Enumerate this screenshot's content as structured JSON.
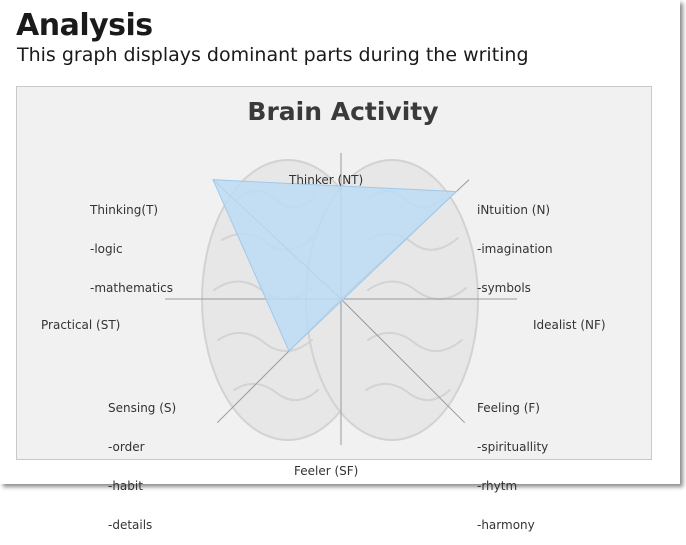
{
  "page": {
    "title": "Analysis",
    "subtitle": "This graph displays dominant parts during the writing"
  },
  "chart_data": {
    "type": "radar",
    "title": "Brain Activity",
    "axes": [
      {
        "key": "NT",
        "label": "Thinker (NT)"
      },
      {
        "key": "N",
        "label": "iNtuition (N)",
        "details": [
          "-imagination",
          "-symbols"
        ]
      },
      {
        "key": "NF",
        "label": "Idealist (NF)"
      },
      {
        "key": "F",
        "label": "Feeling (F)",
        "details": [
          "-spirituallity",
          "-rhytm",
          "-harmony"
        ]
      },
      {
        "key": "SF",
        "label": "Feeler (SF)"
      },
      {
        "key": "S",
        "label": "Sensing (S)",
        "details": [
          "-order",
          "-habit",
          "-details"
        ]
      },
      {
        "key": "ST",
        "label": "Practical (ST)"
      },
      {
        "key": "T",
        "label": "Thinking(T)",
        "details": [
          "-logic",
          "-mathematics"
        ]
      }
    ],
    "series": [
      {
        "values": {
          "T": 1.0,
          "N": 0.9,
          "S": 0.42
        }
      }
    ],
    "range": [
      0,
      1
    ],
    "colors": {
      "fill": "#bcdcf5",
      "stroke": "#9fc8ec",
      "axis": "#9a9a9a",
      "brain": "#d6d6d6"
    }
  }
}
